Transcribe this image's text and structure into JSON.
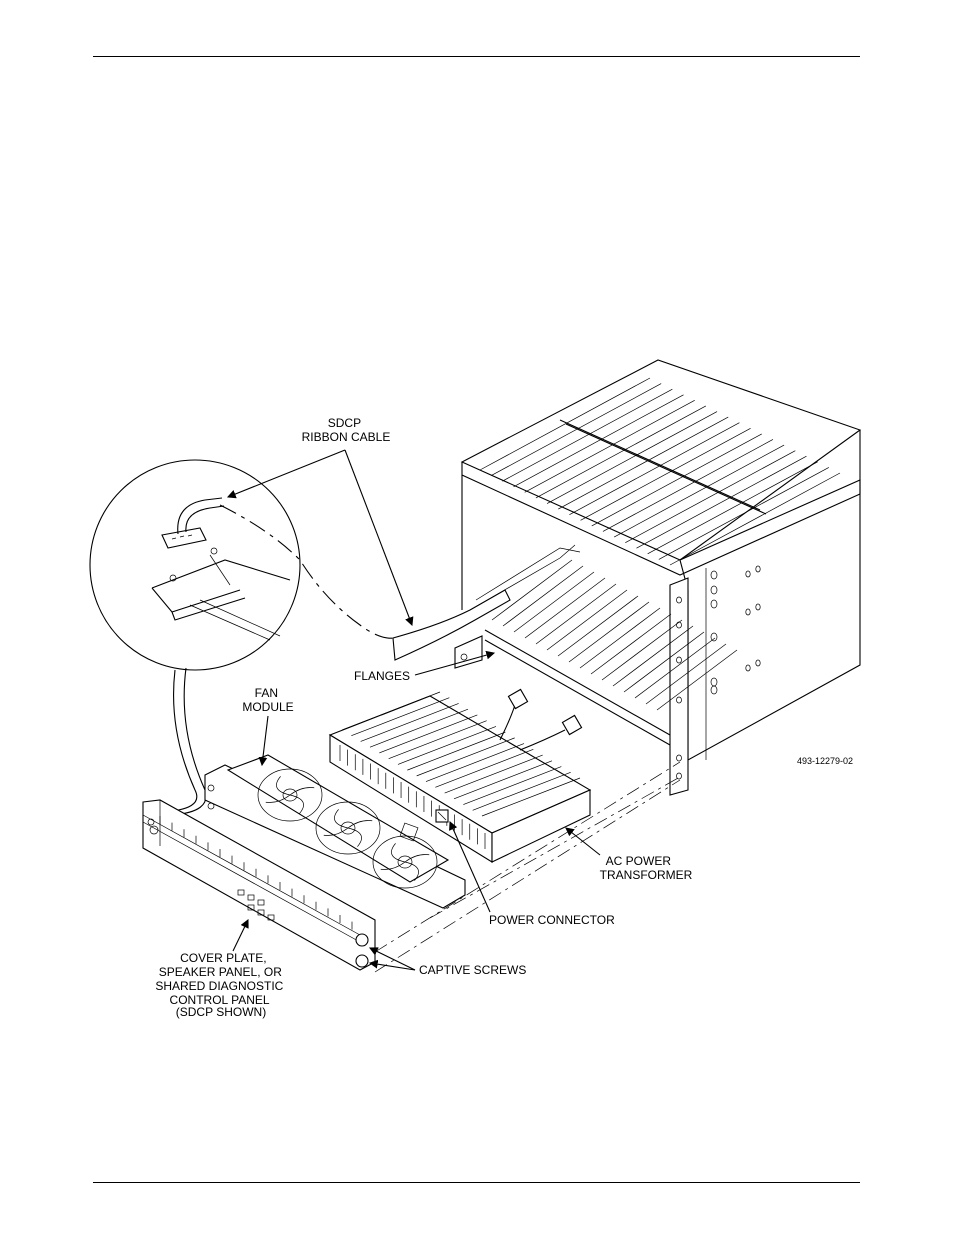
{
  "figure": {
    "labels": {
      "ribbon_cable": [
        "SDCP",
        "RIBBON CABLE"
      ],
      "flanges": "FLANGES",
      "fan_module": [
        "FAN",
        "MODULE"
      ],
      "figure_number": "493-12279-02",
      "ac_power_transformer": [
        "AC POWER",
        "TRANSFORMER"
      ],
      "power_connector": "POWER CONNECTOR",
      "captive_screws": "CAPTIVE SCREWS",
      "cover_plate": [
        "COVER PLATE,",
        "SPEAKER PANEL, OR",
        "SHARED DIAGNOSTIC",
        "CONTROL PANEL",
        "(SDCP SHOWN)"
      ]
    },
    "callouts": [
      "ribbon-cable",
      "flanges",
      "fan-module",
      "ac-power-transformer",
      "power-connector",
      "captive-screws",
      "cover-plate"
    ]
  }
}
